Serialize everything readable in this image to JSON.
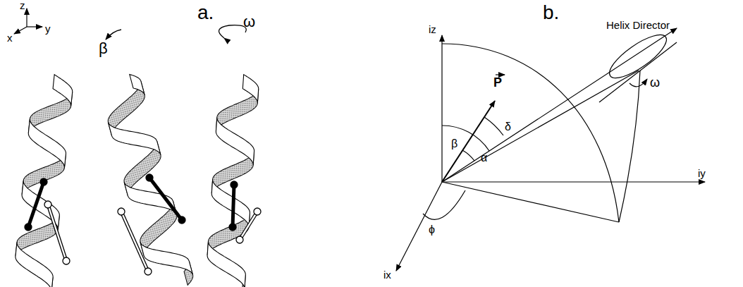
{
  "diagram": {
    "labels": [
      "z",
      "x",
      "y",
      "a.",
      "β",
      "ω",
      "b.",
      "iz",
      "Helix Director",
      "ω",
      "P",
      "β",
      "δ",
      "α",
      "iy",
      "ix",
      "ϕ"
    ]
  }
}
